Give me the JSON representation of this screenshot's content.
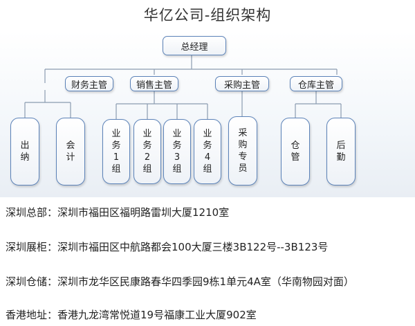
{
  "title": "华亿公司-组织架构",
  "org": {
    "root": "总经理",
    "departments": [
      {
        "name": "财务主管",
        "roles": [
          [
            "出",
            "纳"
          ],
          [
            "会",
            "计"
          ]
        ]
      },
      {
        "name": "销售主管",
        "roles": [
          [
            "业",
            "务",
            "1",
            "组"
          ],
          [
            "业",
            "务",
            "2",
            "组"
          ],
          [
            "业",
            "务",
            "3",
            "组"
          ],
          [
            "业",
            "务",
            "4",
            "组"
          ]
        ]
      },
      {
        "name": "采购主管",
        "roles": [
          [
            "采",
            "购",
            "专",
            "员"
          ]
        ]
      },
      {
        "name": "仓库主管",
        "roles": [
          [
            "仓",
            "管"
          ],
          [
            "后",
            "勤"
          ]
        ]
      }
    ]
  },
  "addresses": [
    {
      "label": "深圳总部：",
      "value": "深圳市福田区福明路雷圳大厦1210室"
    },
    {
      "label": "深圳展柜：",
      "value": "深圳市福田区中航路都会100大厦三楼3B122号--3B123号"
    },
    {
      "label": "深圳仓储：",
      "value": "深圳市龙华区民康路春华四季园9栋1单元4A室（华南物园对面）"
    },
    {
      "label": "香港地址：",
      "value": "香港九龙湾常悦道19号福康工业大厦902室"
    }
  ]
}
